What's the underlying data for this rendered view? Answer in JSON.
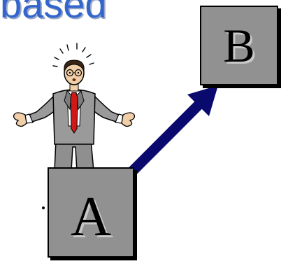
{
  "slide": {
    "title_fragment": "based",
    "box_a_label": "A",
    "box_b_label": "B"
  },
  "colors": {
    "title": "#3366cc",
    "box_fill": "#919191",
    "arrow": "#0a0a6e",
    "suit": "#9a9a9a",
    "tie": "#d01818"
  },
  "icons": {
    "person": "confused-businessman-icon",
    "arrow": "arrow-a-to-b"
  }
}
